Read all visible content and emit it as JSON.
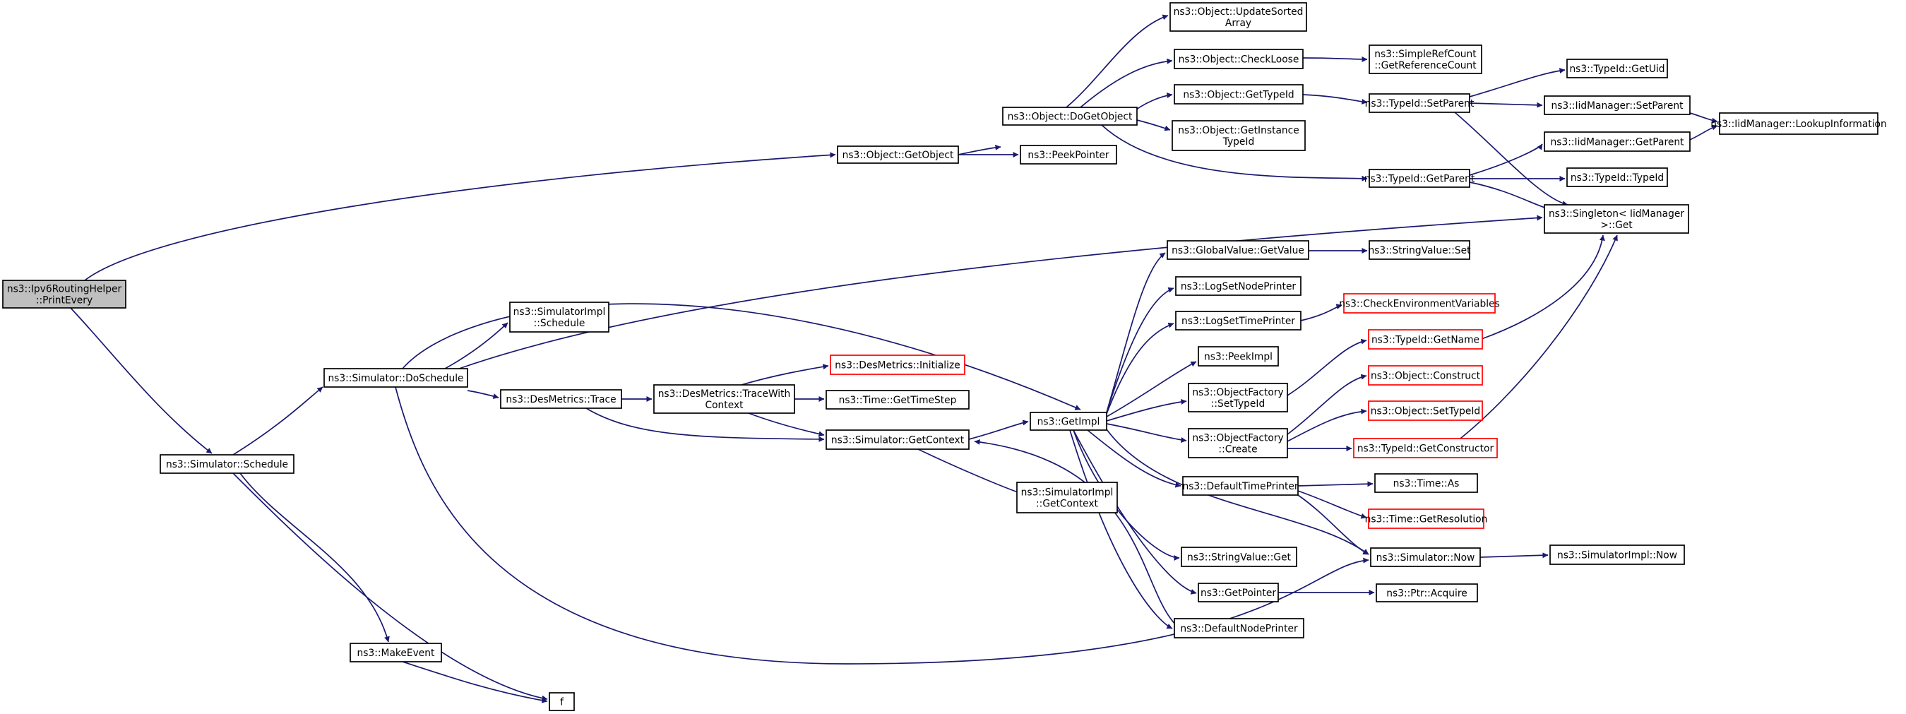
{
  "graph": {
    "colors": {
      "edge": "#191970",
      "root_fill": "#bfbfbf",
      "node_border": "#000000",
      "truncated_border": "#ff0000"
    },
    "nodes": [
      {
        "id": "root",
        "lines": [
          "ns3::Ipv6RoutingHelper",
          "::PrintEvery"
        ],
        "style": "root"
      },
      {
        "id": "getobject",
        "lines": [
          "ns3::Object::GetObject"
        ]
      },
      {
        "id": "schedule",
        "lines": [
          "ns3::Simulator::Schedule"
        ]
      },
      {
        "id": "dogetobject",
        "lines": [
          "ns3::Object::DoGetObject"
        ]
      },
      {
        "id": "peekpointer",
        "lines": [
          "ns3::PeekPointer"
        ]
      },
      {
        "id": "updatesorted",
        "lines": [
          "ns3::Object::UpdateSorted",
          "Array"
        ]
      },
      {
        "id": "checkloose",
        "lines": [
          "ns3::Object::CheckLoose"
        ]
      },
      {
        "id": "gettypeid",
        "lines": [
          "ns3::Object::GetTypeId"
        ]
      },
      {
        "id": "getinstancetypeid",
        "lines": [
          "ns3::Object::GetInstance",
          "TypeId"
        ]
      },
      {
        "id": "typeidgetparent",
        "lines": [
          "ns3::TypeId::GetParent"
        ]
      },
      {
        "id": "simplerefcount",
        "lines": [
          "ns3::SimpleRefCount",
          "::GetReferenceCount"
        ]
      },
      {
        "id": "typeidsetparent",
        "lines": [
          "ns3::TypeId::SetParent"
        ]
      },
      {
        "id": "typeidgetuid",
        "lines": [
          "ns3::TypeId::GetUid"
        ]
      },
      {
        "id": "iidsetparent",
        "lines": [
          "ns3::IidManager::SetParent"
        ]
      },
      {
        "id": "iidgetparent",
        "lines": [
          "ns3::IidManager::GetParent"
        ]
      },
      {
        "id": "iidlookup",
        "lines": [
          "ns3::IidManager::LookupInformation"
        ]
      },
      {
        "id": "typeidtypeid",
        "lines": [
          "ns3::TypeId::TypeId"
        ]
      },
      {
        "id": "singleton",
        "lines": [
          "ns3::Singleton< IidManager",
          " >::Get"
        ]
      },
      {
        "id": "doschedule",
        "lines": [
          "ns3::Simulator::DoSchedule"
        ]
      },
      {
        "id": "simimplschedule",
        "lines": [
          "ns3::SimulatorImpl",
          "::Schedule"
        ]
      },
      {
        "id": "desmetricstrace",
        "lines": [
          "ns3::DesMetrics::Trace"
        ]
      },
      {
        "id": "tracewithcontext",
        "lines": [
          "ns3::DesMetrics::TraceWith",
          "Context"
        ]
      },
      {
        "id": "desinit",
        "lines": [
          "ns3::DesMetrics::Initialize"
        ],
        "style": "red"
      },
      {
        "id": "gettimestep",
        "lines": [
          "ns3::Time::GetTimeStep"
        ]
      },
      {
        "id": "getcontext",
        "lines": [
          "ns3::Simulator::GetContext"
        ]
      },
      {
        "id": "simimplgetcontext",
        "lines": [
          "ns3::SimulatorImpl",
          "::GetContext"
        ]
      },
      {
        "id": "getimpl",
        "lines": [
          "ns3::GetImpl"
        ]
      },
      {
        "id": "globalvalue",
        "lines": [
          "ns3::GlobalValue::GetValue"
        ]
      },
      {
        "id": "stringvalueset",
        "lines": [
          "ns3::StringValue::Set"
        ]
      },
      {
        "id": "lognodeprinter",
        "lines": [
          "ns3::LogSetNodePrinter"
        ]
      },
      {
        "id": "logtimeprinter",
        "lines": [
          "ns3::LogSetTimePrinter"
        ]
      },
      {
        "id": "checkenv",
        "lines": [
          "ns3::CheckEnvironmentVariables"
        ],
        "style": "red"
      },
      {
        "id": "peekimpl",
        "lines": [
          "ns3::PeekImpl"
        ]
      },
      {
        "id": "ofsettypeid",
        "lines": [
          "ns3::ObjectFactory",
          "::SetTypeId"
        ]
      },
      {
        "id": "typeidgetname",
        "lines": [
          "ns3::TypeId::GetName"
        ],
        "style": "red"
      },
      {
        "id": "objectconstruct",
        "lines": [
          "ns3::Object::Construct"
        ],
        "style": "red"
      },
      {
        "id": "ofcreate",
        "lines": [
          "ns3::ObjectFactory",
          "::Create"
        ]
      },
      {
        "id": "objectsettypeid",
        "lines": [
          "ns3::Object::SetTypeId"
        ],
        "style": "red"
      },
      {
        "id": "getconstructor",
        "lines": [
          "ns3::TypeId::GetConstructor"
        ],
        "style": "red"
      },
      {
        "id": "defaulttimeprinter",
        "lines": [
          "ns3::DefaultTimePrinter"
        ]
      },
      {
        "id": "timeas",
        "lines": [
          "ns3::Time::As"
        ]
      },
      {
        "id": "getresolution",
        "lines": [
          "ns3::Time::GetResolution"
        ],
        "style": "red"
      },
      {
        "id": "stringvalueget",
        "lines": [
          "ns3::StringValue::Get"
        ]
      },
      {
        "id": "simnow",
        "lines": [
          "ns3::Simulator::Now"
        ]
      },
      {
        "id": "simimplnow",
        "lines": [
          "ns3::SimulatorImpl::Now"
        ]
      },
      {
        "id": "getpointer",
        "lines": [
          "ns3::GetPointer"
        ]
      },
      {
        "id": "ptracquire",
        "lines": [
          "ns3::Ptr::Acquire"
        ]
      },
      {
        "id": "defaultnodeprinter",
        "lines": [
          "ns3::DefaultNodePrinter"
        ]
      },
      {
        "id": "makeevent",
        "lines": [
          "ns3::MakeEvent"
        ]
      },
      {
        "id": "f",
        "lines": [
          "f"
        ]
      }
    ]
  }
}
